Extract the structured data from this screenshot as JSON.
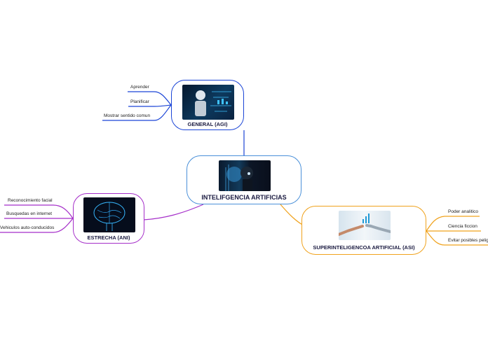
{
  "central": {
    "title": "INTELIFGENCIA ARTIFICIAS",
    "color": "#4a90d9",
    "image": "robot-portrait-image"
  },
  "topics": [
    {
      "id": "agi",
      "title": "GENERAL (AGI)",
      "color": "#1a44d6",
      "image": "humanoid-robot-data-image",
      "leaves": [
        "Aprender",
        "Planificar",
        "Mostrar sentido comun"
      ]
    },
    {
      "id": "ani",
      "title": "ESTRECHA (ANI)",
      "color": "#a52ec9",
      "image": "digital-brain-image",
      "leaves": [
        "Reconocimiento facial",
        "Busquedas en internet",
        "Vehiculos auto-conducidos"
      ]
    },
    {
      "id": "asi",
      "title": "SUPERINTELIGENCOA ARTIFICIAL (ASI)",
      "color": "#f0a21c",
      "image": "robot-human-hands-image",
      "leaves": [
        "Poder analitico",
        "Ciencia ficcion",
        "Evitar posibles peligros"
      ]
    }
  ]
}
